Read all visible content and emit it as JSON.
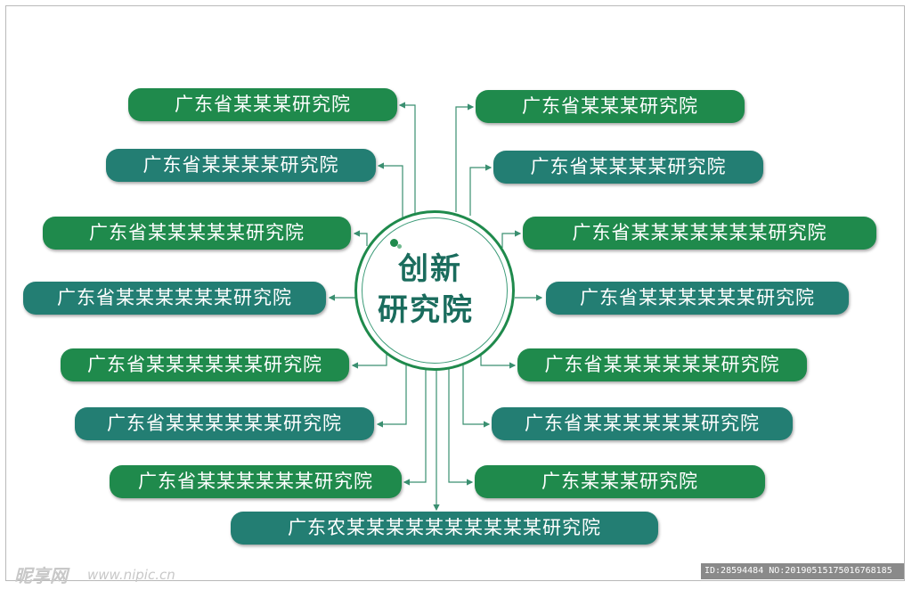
{
  "center": {
    "line1": "创新",
    "line2": "研究院"
  },
  "left_nodes": [
    "广东省某某某研究院",
    "广东省某某某某研究院",
    "广东省某某某某某研究院",
    "广东省某某某某某某研究院",
    "广东省某某某某某某研究院",
    "广东省某某某某某某研究院",
    "广东省某某某某某某研究院"
  ],
  "right_nodes": [
    "广东省某某某研究院",
    "广东省某某某某研究院",
    "广东省某某某某某某某研究院",
    "广东省某某某某某某研究院",
    "广东省某某某某某某研究院",
    "广东省某某某某某某研究院",
    "广东某某某研究院"
  ],
  "bottom_node": "广东农某某某某某某某某某某研究院",
  "watermark": {
    "logo_text": "昵享网",
    "site": "www.nipic.cn",
    "id_text": "ID:28594484 NO:20190515175016768185"
  },
  "colors": {
    "green": "#1f8a4c",
    "teal": "#237e73",
    "line": "#3a8f70"
  }
}
